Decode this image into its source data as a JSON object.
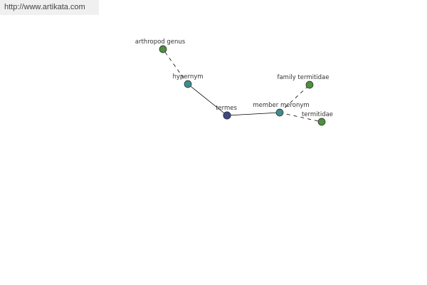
{
  "site": {
    "url": "http://www.artikata.com"
  },
  "graph": {
    "colors": {
      "center": "#3b4a86",
      "relation": "#3e8c8c",
      "leaf": "#4f8f3e",
      "edge": "#000000"
    },
    "nodes": [
      {
        "id": "termes",
        "label": "termes",
        "kind": "center"
      },
      {
        "id": "hypernym",
        "label": "hypernym",
        "kind": "relation"
      },
      {
        "id": "member-meronym",
        "label": "member meronym",
        "kind": "relation"
      },
      {
        "id": "arthropod-genus",
        "label": "arthropod genus",
        "kind": "leaf"
      },
      {
        "id": "family-termitidae",
        "label": "family termitidae",
        "kind": "leaf"
      },
      {
        "id": "termitidae",
        "label": "termitidae",
        "kind": "leaf"
      }
    ],
    "edges": [
      {
        "from": "termes",
        "to": "hypernym",
        "style": "solid"
      },
      {
        "from": "termes",
        "to": "member-meronym",
        "style": "solid"
      },
      {
        "from": "hypernym",
        "to": "arthropod-genus",
        "style": "dashed"
      },
      {
        "from": "member-meronym",
        "to": "family-termitidae",
        "style": "dashed"
      },
      {
        "from": "member-meronym",
        "to": "termitidae",
        "style": "dashed"
      }
    ]
  }
}
